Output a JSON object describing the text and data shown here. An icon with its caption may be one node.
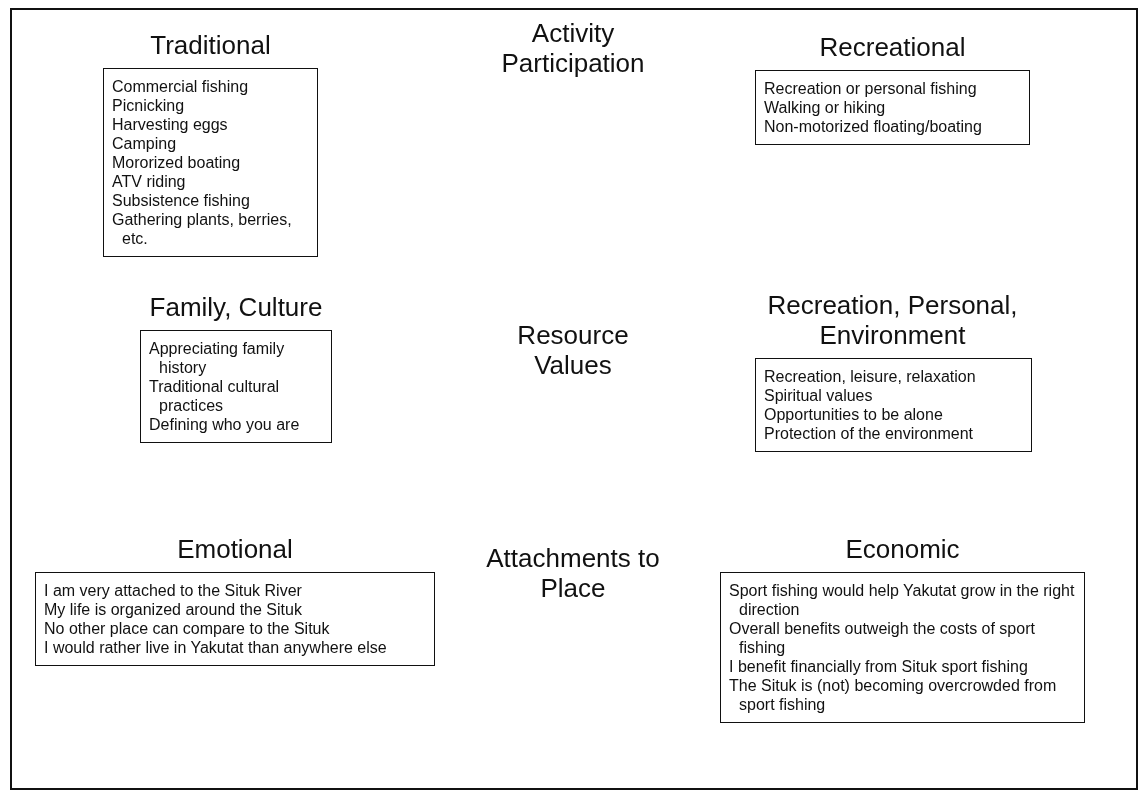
{
  "diagram": {
    "nodes": [
      {
        "text": [
          "Traditional",
          "Commercial fishing",
          "Picnicking",
          "Harvesting eggs",
          "Camping",
          "Mororized boating",
          "ATV riding",
          "Subsistence fishing",
          "Gathering plants, berries, etc."
        ]
      },
      {
        "text": [
          "Recreational",
          "Recreation or personal fishing",
          "Walking or hiking",
          "Non-motorized floating/boating"
        ]
      },
      {
        "text": [
          "Family, Culture",
          "Appreciating family history",
          "Traditional cultural practices",
          "Defining who you are"
        ]
      },
      {
        "text": [
          "Recreation, Personal, Environment",
          "Recreation, leisure, relaxation",
          "Spiritual values",
          "Opportunities to be alone",
          "Protection of the environment"
        ]
      },
      {
        "text": [
          "Emotional",
          "I am very attached to the Situk River",
          "My life is organized around the Situk",
          "No other place can compare to the Situk",
          "I would rather live in Yakutat than anywhere else"
        ]
      },
      {
        "text": [
          "Economic",
          "Sport fishing would help Yakutat grow in the right direction",
          "Overall benefits outweigh the costs of sport fishing",
          "I benefit financially from Situk sport fishing",
          "The Situk is (not) becoming overcrowded from sport fishing"
        ]
      }
    ],
    "labels": [
      "Activity Participation",
      "Resource Values",
      "Attachments to Place"
    ]
  }
}
